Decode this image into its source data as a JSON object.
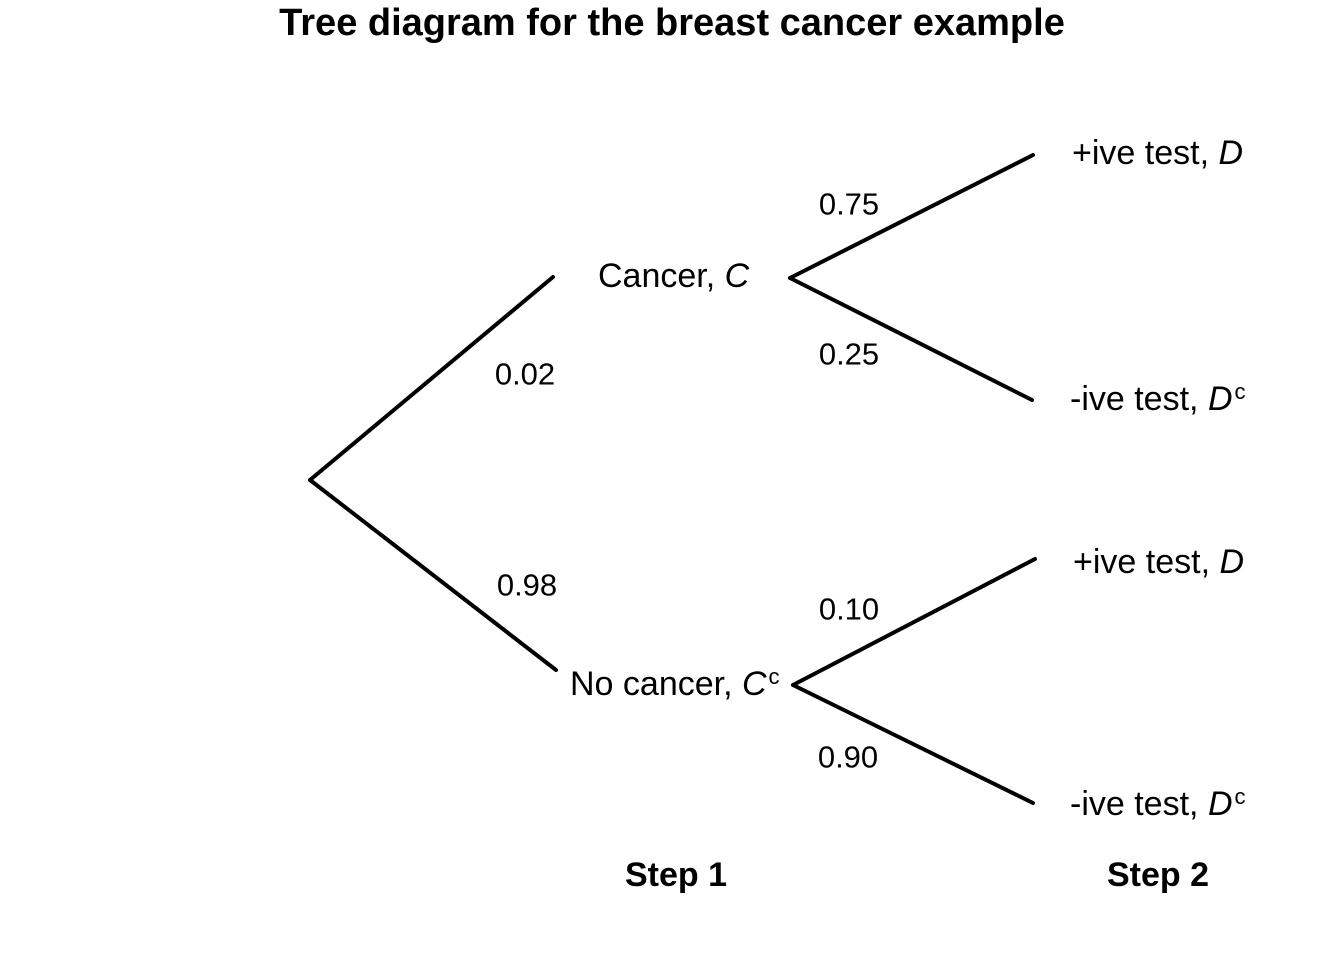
{
  "title": "Tree diagram for the breast cancer example",
  "colors": {
    "line": "#000000",
    "text": "#000000",
    "background": "#ffffff"
  },
  "nodes": {
    "cancer": {
      "text": "Cancer, ",
      "symbol": "C"
    },
    "no_cancer": {
      "text": "No cancer, ",
      "symbol": "C",
      "sup": "c"
    },
    "cancer_pos_test": {
      "text": "+ive test, ",
      "symbol": "D"
    },
    "cancer_neg_test": {
      "text": "-ive test, ",
      "symbol": "D",
      "sup": "c"
    },
    "no_cancer_pos_test": {
      "text": "+ive test, ",
      "symbol": "D"
    },
    "no_cancer_neg_test": {
      "text": "-ive test, ",
      "symbol": "D",
      "sup": "c"
    }
  },
  "probabilities": {
    "cancer": "0.02",
    "no_cancer": "0.98",
    "pos_given_cancer": "0.75",
    "neg_given_cancer": "0.25",
    "pos_given_no_cancer": "0.10",
    "neg_given_no_cancer": "0.90"
  },
  "steps": {
    "step1": "Step 1",
    "step2": "Step 2"
  }
}
